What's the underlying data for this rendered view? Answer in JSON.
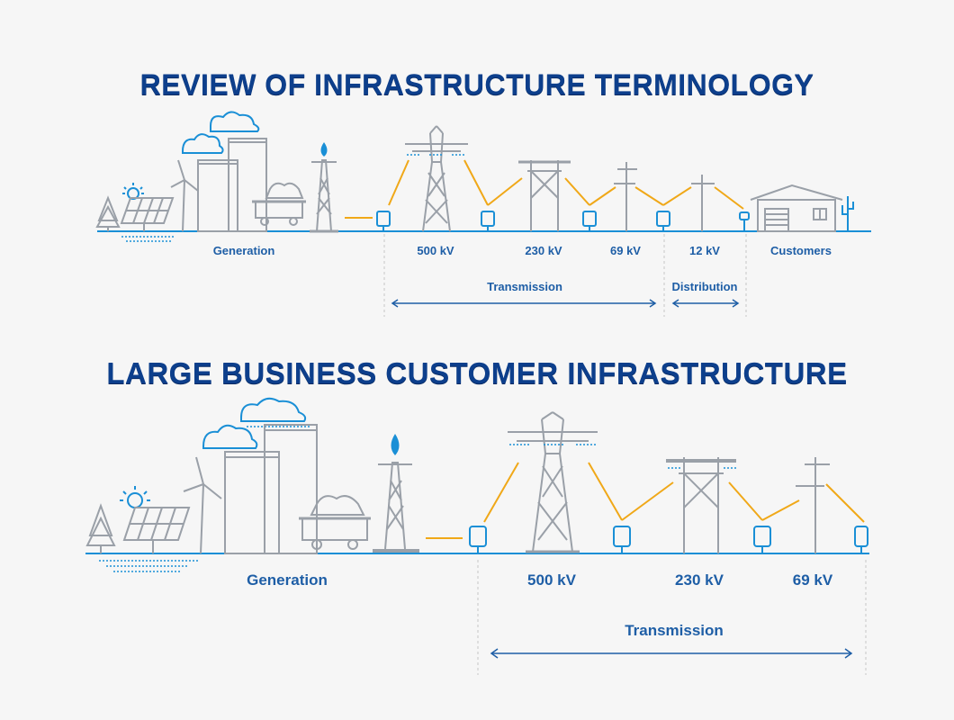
{
  "titles": {
    "top": "REVIEW OF INFRASTRUCTURE TERMINOLOGY",
    "bottom": "LARGE BUSINESS CUSTOMER INFRASTRUCTURE"
  },
  "diagram_top": {
    "generation": "Generation",
    "v500": "500 kV",
    "v230": "230 kV",
    "v69": "69 kV",
    "v12": "12 kV",
    "customers": "Customers",
    "transmission": "Transmission",
    "distribution": "Distribution"
  },
  "diagram_bottom": {
    "generation": "Generation",
    "v500": "500 kV",
    "v230": "230 kV",
    "v69": "69 kV",
    "transmission": "Transmission"
  },
  "colors": {
    "line_art": "#9aa0a8",
    "accent_blue": "#1a8fd6",
    "wire_orange": "#f0a818",
    "label_blue": "#1e5ea6",
    "title_blue": "#0d3f8c"
  }
}
